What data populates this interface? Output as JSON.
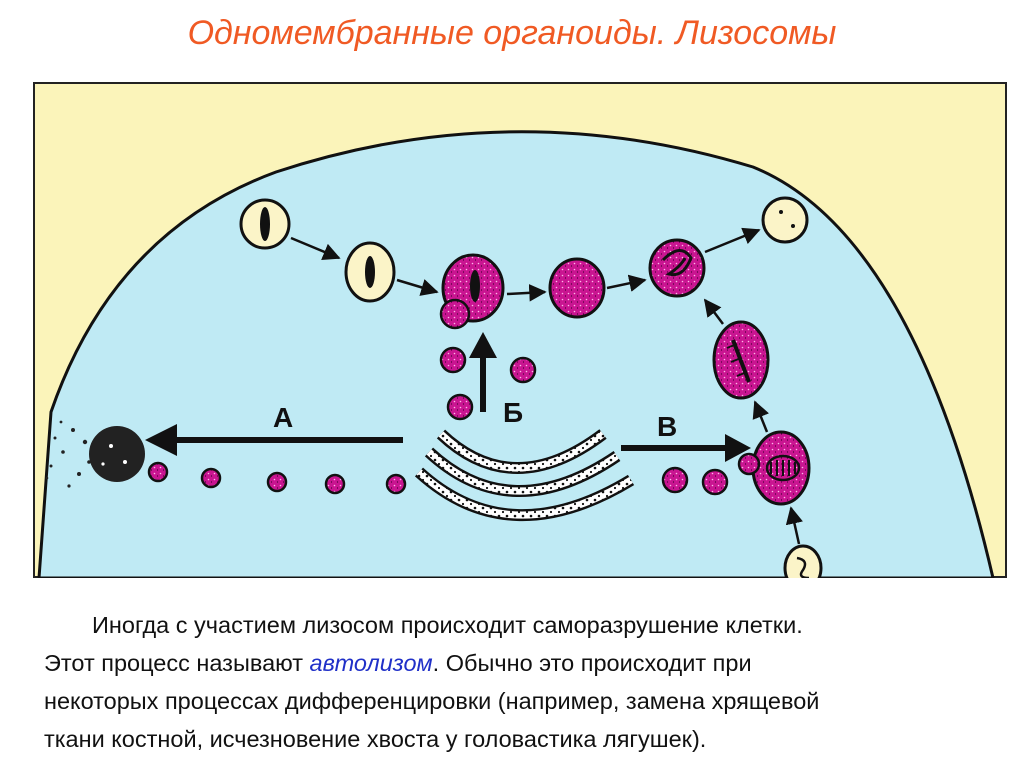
{
  "slide": {
    "title": "Одномембранные органоиды. Лизосомы"
  },
  "diagram": {
    "labels": {
      "a": "А",
      "b": "Б",
      "v": "В"
    },
    "colors": {
      "background": "#fbf4ba",
      "cytoplasm": "#bfeaf4",
      "lysosome": "#d21a9b",
      "vesicle": "#fbf4c8",
      "outline": "#111111"
    }
  },
  "text": {
    "line1": "Иногда с участием лизосом происходит саморазрушение клетки.",
    "line2_before": "Этот процесс называют ",
    "line2_term": "автолизом",
    "line2_after": ". Обычно это происходит при",
    "line3": "некоторых процессах дифференцировки (например, замена хрящевой",
    "line4": "ткани костной, исчезновение хвоста у головастика лягушек)."
  }
}
